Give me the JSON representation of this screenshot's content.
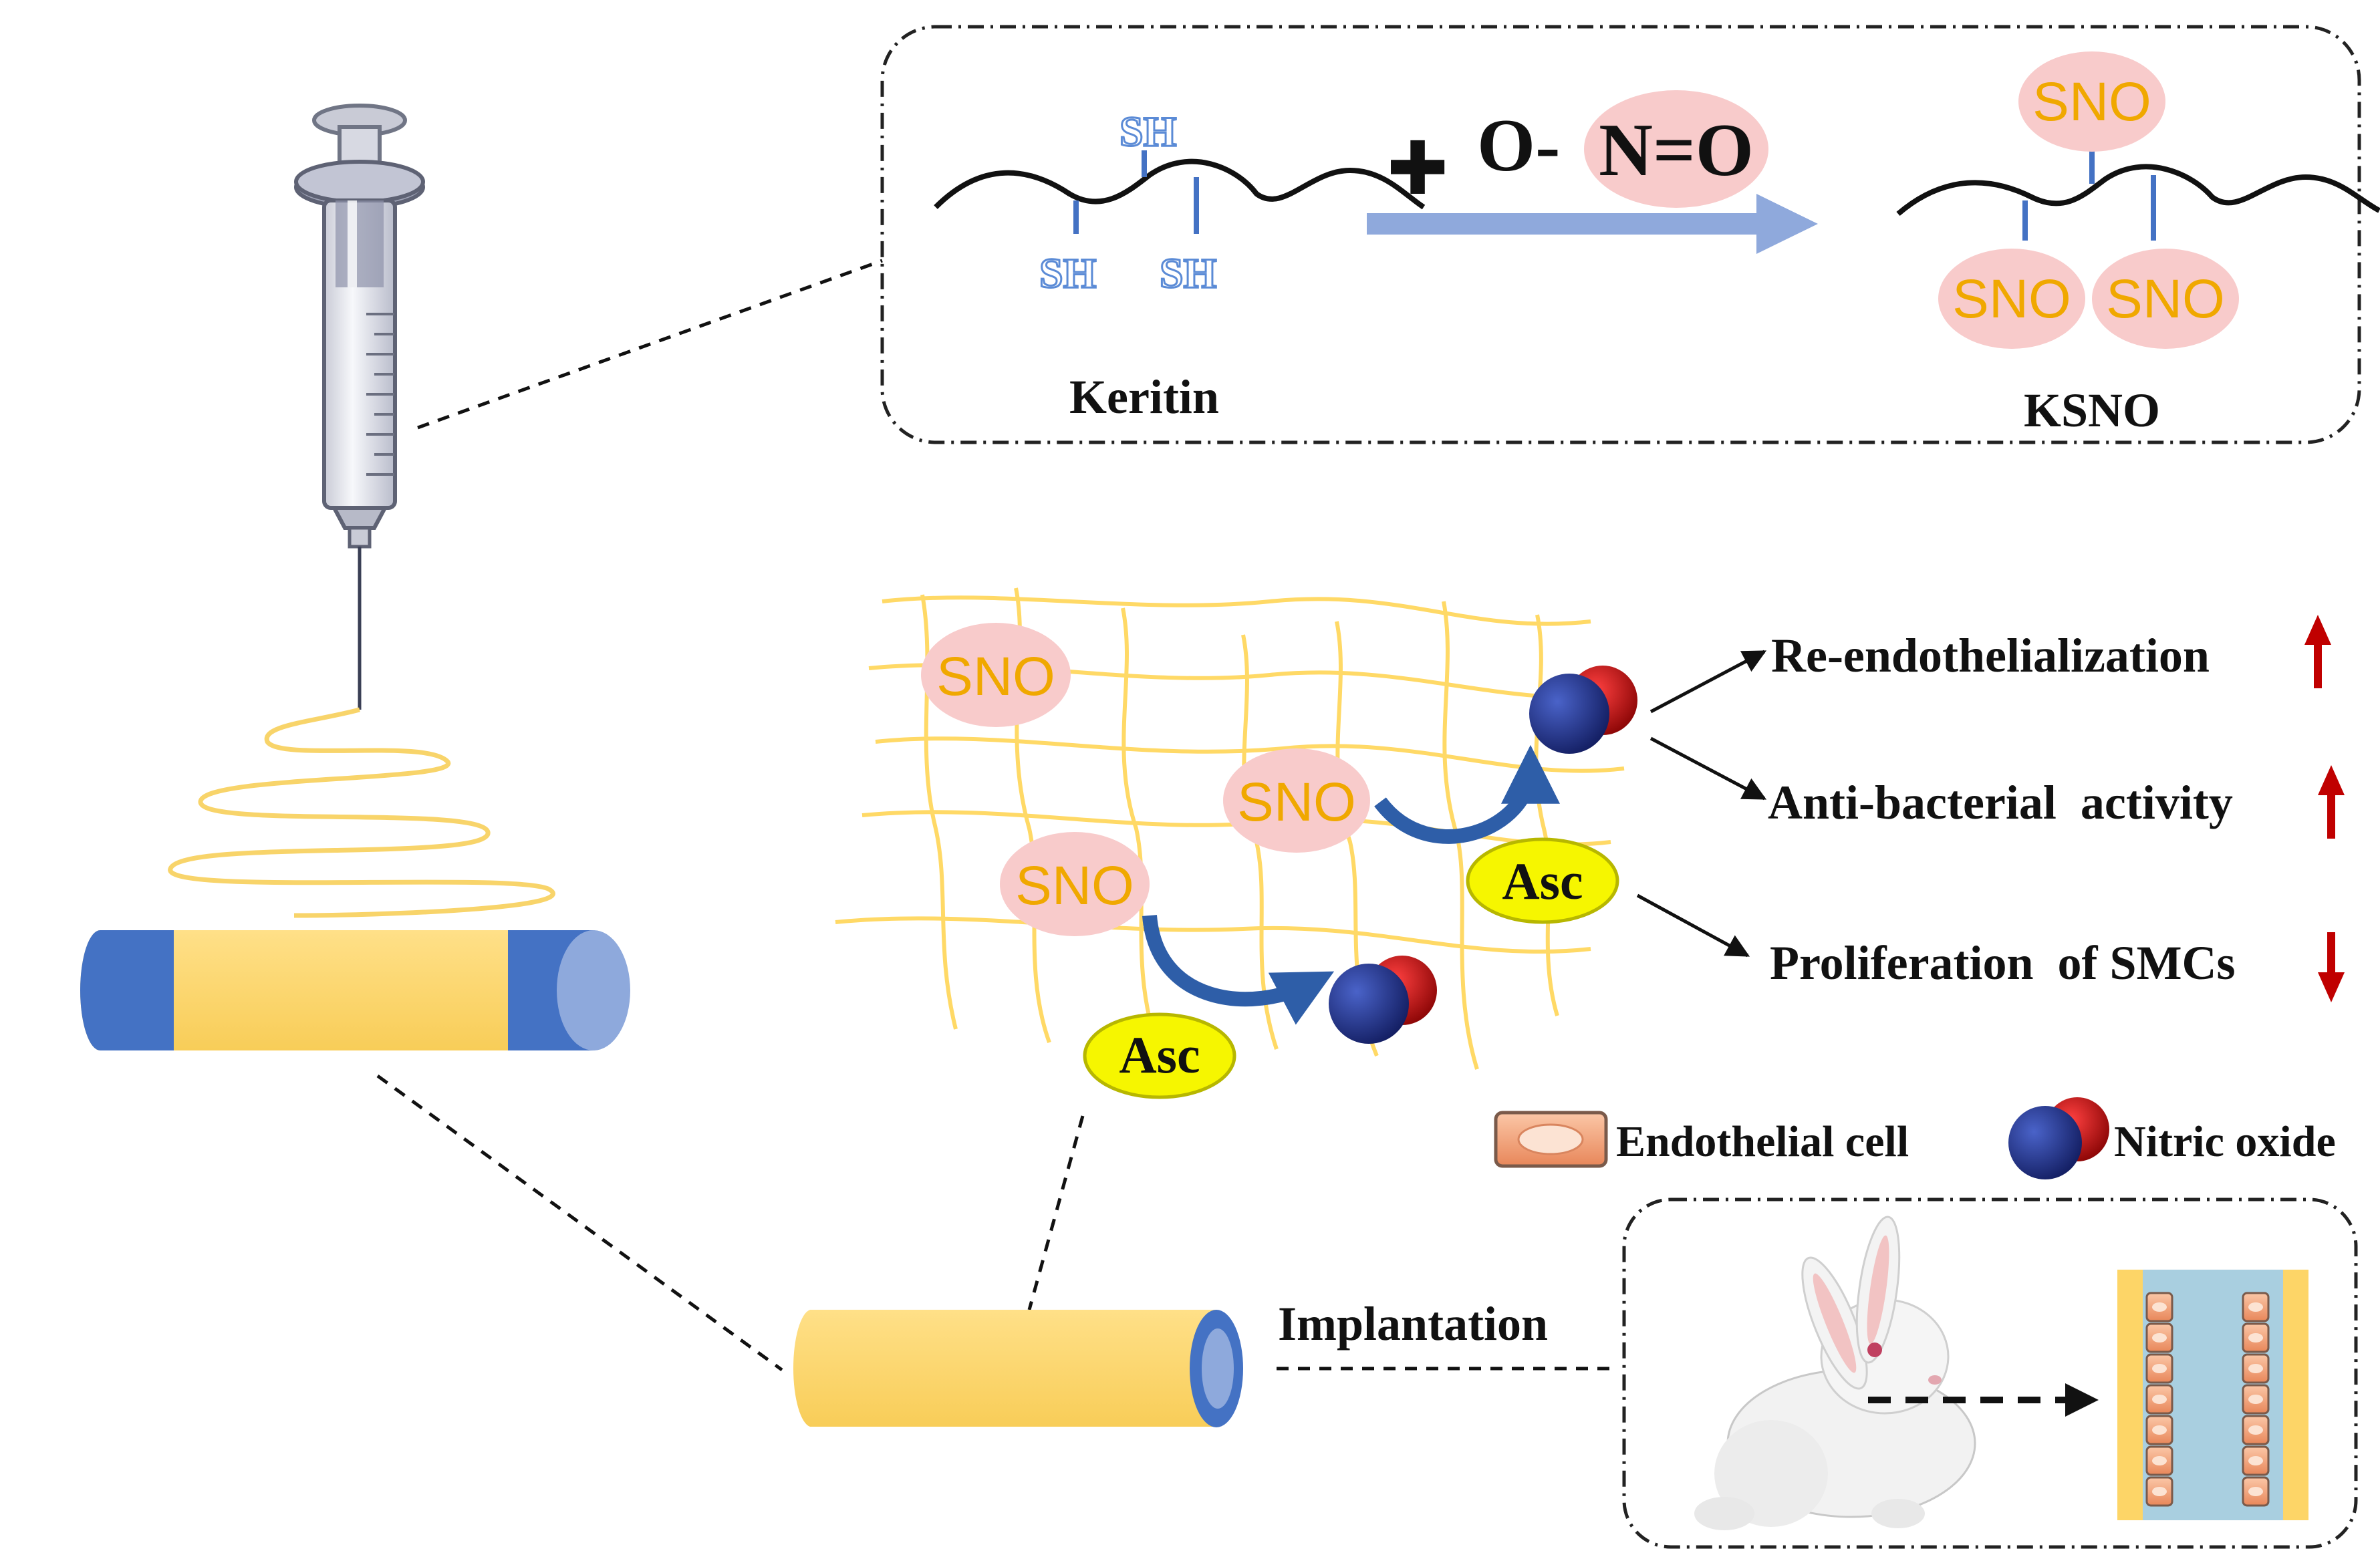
{
  "reaction": {
    "reactant_label": "Keritin",
    "product_label": "KSNO",
    "thiol_group": "SH",
    "plus_sign": "✚",
    "reagent_o": "O-",
    "reagent_no": "N=O",
    "sno_group": "SNO"
  },
  "scaffold": {
    "sno_label": "SNO",
    "asc_label": "Asc"
  },
  "effects": [
    {
      "label": "Re-endothelialization",
      "direction": "up"
    },
    {
      "label": "Anti-bacterial  activity",
      "direction": "up"
    },
    {
      "label": "Proliferation  of SMCs",
      "direction": "down"
    }
  ],
  "legend": {
    "endothelial_cell": "Endothelial cell",
    "nitric_oxide": "Nitric oxide"
  },
  "implantation_label": "Implantation",
  "colors": {
    "graft_yellow": "#fdd567",
    "graft_blue": "#4472c4",
    "sno_pink": "#f8cbcb",
    "sno_text": "#f0a800",
    "asc_yellow": "#f6f600",
    "no_blue": "#1f2f8f",
    "no_red": "#c00000",
    "arrow_blue": "#8fa9dc",
    "curve_arrow": "#2e5ea8",
    "up_down_red": "#c00000",
    "vessel_lumen": "#a9cfe0",
    "cell_orange": "#f4a582"
  }
}
